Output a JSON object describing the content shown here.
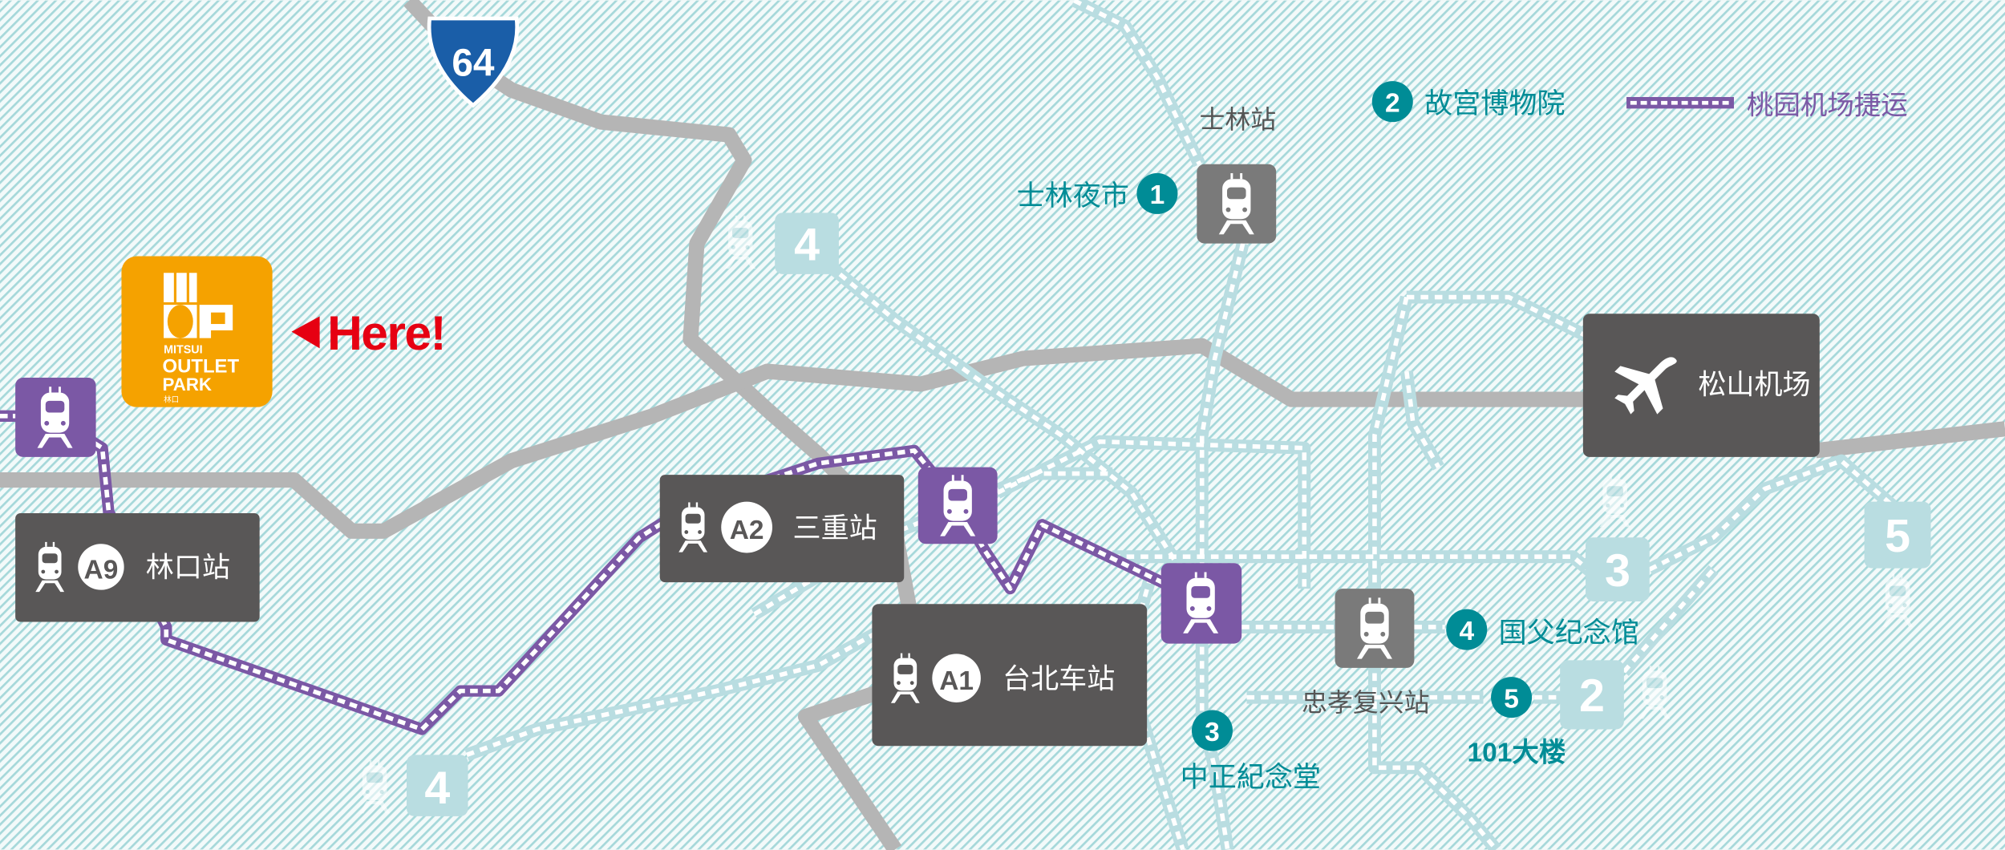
{
  "colors": {
    "teal": "#008c96",
    "purple": "#7b58a5",
    "station_dark": "#595757",
    "station_gray": "#7a7a7a",
    "road": "#b5b5b5",
    "mrt_faded": "#b9dde1",
    "orange": "#f5a200",
    "red": "#e60012",
    "shield": "#1a5ea8"
  },
  "highway_shield": {
    "number": "64"
  },
  "logo": {
    "line1": "MITSUI",
    "line2": "OUTLET",
    "line3": "PARK",
    "sub": "林口"
  },
  "here_label": "Here!",
  "legend": {
    "airport_mrt": "桃园机场捷运"
  },
  "stations": {
    "linkou": {
      "code": "A9",
      "name": "林口站"
    },
    "sanchong": {
      "code": "A2",
      "name": "三重站"
    },
    "taipei": {
      "code": "A1",
      "name": "台北车站"
    },
    "songshan_airport": {
      "name": "松山机场"
    },
    "shilin": {
      "name": "士林站"
    },
    "zhongxiao_fuxing": {
      "name": "忠孝复兴站"
    }
  },
  "attractions": [
    {
      "num": "1",
      "name": "士林夜市"
    },
    {
      "num": "2",
      "name": "故宫博物院"
    },
    {
      "num": "3",
      "name": "中正紀念堂"
    },
    {
      "num": "4",
      "name": "国父纪念馆"
    },
    {
      "num": "5",
      "name": "101大楼"
    }
  ],
  "line_numbers": [
    "4",
    "4",
    "3",
    "5",
    "2"
  ]
}
